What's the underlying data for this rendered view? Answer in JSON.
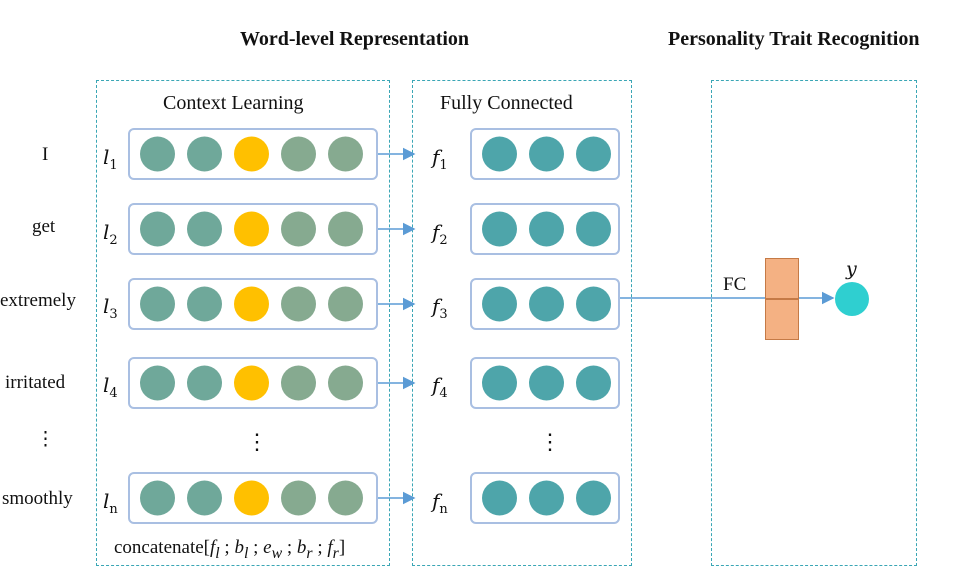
{
  "headings": {
    "word_level": "Word-level Representation",
    "personality": "Personality Trait Recognition"
  },
  "panels": {
    "context": "Context Learning",
    "fully_connected": "Fully Connected"
  },
  "words": [
    "I",
    "get",
    "extremely",
    "irritated",
    "⋮",
    "smoothly"
  ],
  "left_symbols": [
    {
      "base": "l",
      "sub": "1"
    },
    {
      "base": "l",
      "sub": "2"
    },
    {
      "base": "l",
      "sub": "3"
    },
    {
      "base": "l",
      "sub": "4"
    },
    {
      "base": "l",
      "sub": "n"
    }
  ],
  "right_symbols": [
    {
      "base": "f",
      "sub": "1"
    },
    {
      "base": "f",
      "sub": "2"
    },
    {
      "base": "f",
      "sub": "3"
    },
    {
      "base": "f",
      "sub": "4"
    },
    {
      "base": "f",
      "sub": "n"
    }
  ],
  "vertical_ellipsis": "⋮",
  "concat_label": "concatenate[f_l ; b_l ; e_w ; b_r ; f_r]",
  "concat_parts": {
    "prefix": "concatenate[",
    "f": "f",
    "f_sub": "l",
    "b": "b",
    "b_sub": "l",
    "e": "e",
    "e_sub": "w",
    "br": "b",
    "br_sub": "r",
    "fr": "f",
    "fr_sub": "r",
    "sep": " ; ",
    "suffix": "]"
  },
  "fc_label": "FC",
  "output_label": "y",
  "colors": {
    "panel_border": "#3aa6b5",
    "row_border": "#a9bfe2",
    "arrow": "#5b9bd5",
    "context_dots": [
      "#6fa89a",
      "#6fa89a",
      "#ffc000",
      "#86aa90",
      "#86aa90"
    ],
    "fc_dots": "#4ea5aa",
    "fc_box": "#f4b183",
    "fc_box_border": "#c57a46",
    "output": "#2fcfd0"
  }
}
